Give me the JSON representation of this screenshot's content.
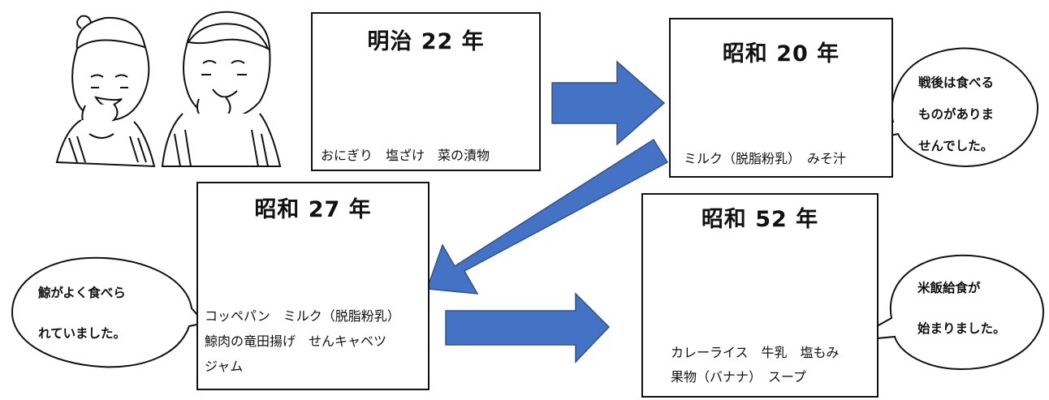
{
  "panels": [
    {
      "title": "明治 22 年",
      "caption_lines": [
        "おにぎり　塩ざけ　菜の漬物"
      ]
    },
    {
      "title": "昭和 20 年",
      "caption_lines": [
        "ミルク（脱脂粉乳）　みそ汁"
      ]
    },
    {
      "title": "昭和 27 年",
      "caption_lines": [
        "コッペパン　ミルク（脱脂粉乳）",
        "鯨肉の竜田揚げ　せんキャベツ",
        "ジャム"
      ]
    },
    {
      "title": "昭和 52 年",
      "caption_lines": [
        "カレーライス　牛乳　塩もみ",
        "果物（バナナ）　スープ"
      ]
    }
  ],
  "bubbles": [
    {
      "lines": [
        "戦後は食べる",
        "ものがありま",
        "せんでした。"
      ]
    },
    {
      "lines": [
        "鯨がよく食べら",
        "れていました。"
      ]
    },
    {
      "lines": [
        "米飯給食が",
        "始まりました。"
      ]
    }
  ],
  "colors": {
    "arrow": "#4472C4",
    "arrow_outline": "#2F528F",
    "line": "#111111"
  }
}
